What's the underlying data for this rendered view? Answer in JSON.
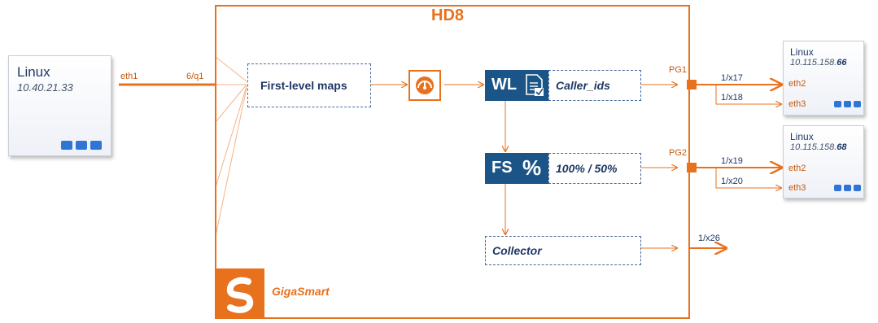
{
  "appliance": {
    "title": "HD8",
    "brand": "GigaSmart"
  },
  "source_host": {
    "name": "Linux",
    "ip": "10.40.21.33",
    "port": "eth1"
  },
  "input_port": "6/q1",
  "maps_box": "First-level maps",
  "whitelist": {
    "tag": "WL",
    "label": "Caller_ids"
  },
  "flow_sampling": {
    "tag": "FS",
    "symbol": "%",
    "label": "100% / 50%"
  },
  "collector": "Collector",
  "port_groups": {
    "pg1": "PG1",
    "pg2": "PG2"
  },
  "ports": {
    "p17": "1/x17",
    "p18": "1/x18",
    "p19": "1/x19",
    "p20": "1/x20",
    "p26": "1/x26"
  },
  "dest_host_1": {
    "name": "Linux",
    "ip_prefix": "10.115.158.",
    "ip_suffix": "66",
    "eth_a": "eth2",
    "eth_b": "eth3"
  },
  "dest_host_2": {
    "name": "Linux",
    "ip_prefix": "10.115.158.",
    "ip_suffix": "68",
    "eth_a": "eth2",
    "eth_b": "eth3"
  },
  "colors": {
    "orange": "#e8711d",
    "dark_blue": "#1b5486",
    "host_blue": "#2e75d6"
  },
  "icons": [
    "load-balancer-icon",
    "document-check-icon",
    "gigasmart-logo-icon"
  ]
}
